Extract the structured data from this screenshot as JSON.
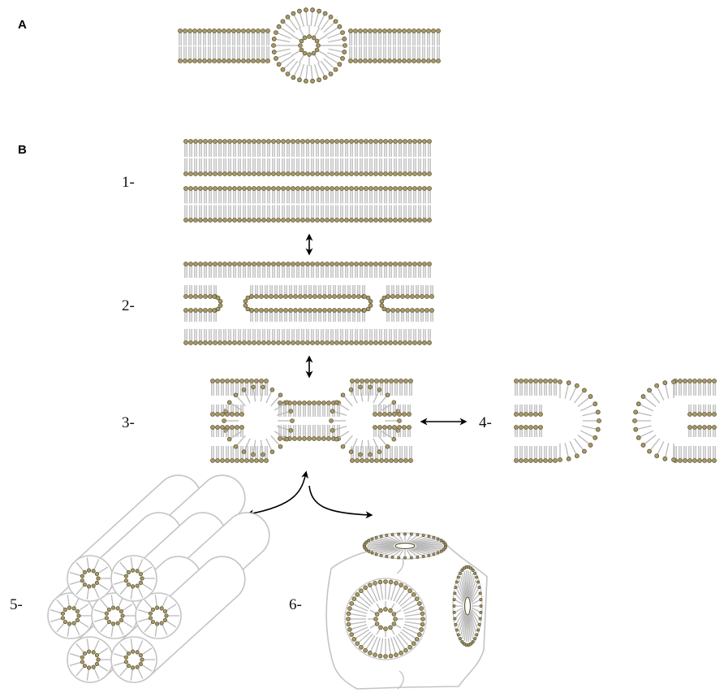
{
  "figure": {
    "panels": [
      {
        "letter": "A"
      },
      {
        "letter": "B"
      }
    ],
    "steps": [
      "1-",
      "2-",
      "3-",
      "4-",
      "5-",
      "6-"
    ],
    "colors": {
      "headgroup_fill": "#a89a68",
      "headgroup_stroke": "#5e5636",
      "lipid_tail": "#b9b9b9",
      "tube_outline": "#c4c4c4",
      "arrow": "#000000"
    }
  }
}
